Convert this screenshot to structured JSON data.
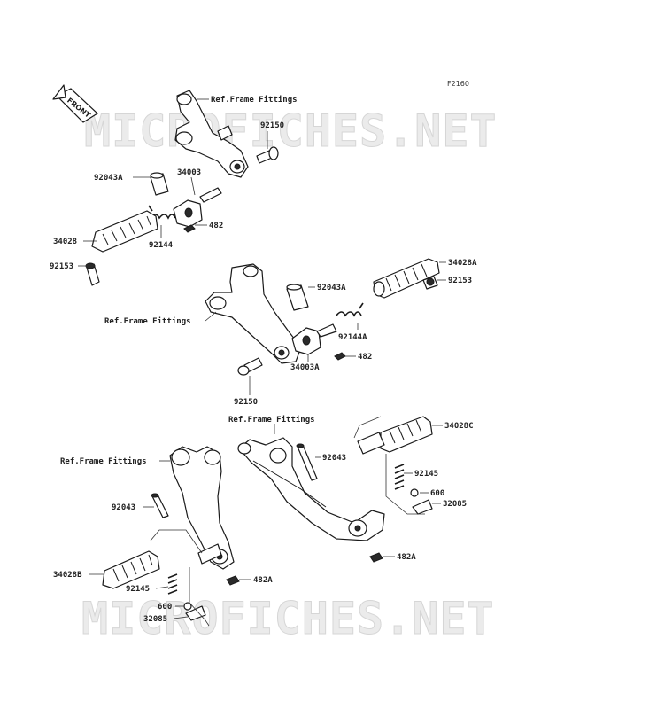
{
  "diagram_code": "F2160",
  "watermark_text": "MICROFICHES.NET",
  "front_label": "FRONT",
  "labels": {
    "ref_frame_1": "Ref.Frame Fittings",
    "ref_frame_2": "Ref.Frame Fittings",
    "ref_frame_3": "Ref.Frame Fittings",
    "ref_frame_4": "Ref.Frame Fittings",
    "p_92150_top": "92150",
    "p_34003": "34003",
    "p_92043a_left": "92043A",
    "p_482_top": "482",
    "p_92144": "92144",
    "p_34028": "34028",
    "p_92153_left": "92153",
    "p_34028a": "34028A",
    "p_92153_right": "92153",
    "p_92043a_right": "92043A",
    "p_92144a": "92144A",
    "p_482_mid": "482",
    "p_34003a": "34003A",
    "p_92150_mid": "92150",
    "p_34028c": "34028C",
    "p_92043_right": "92043",
    "p_92145_right": "92145",
    "p_600_right": "600",
    "p_32085_right": "32085",
    "p_482a_right": "482A",
    "p_92043_left": "92043",
    "p_34028b": "34028B",
    "p_482a_left": "482A",
    "p_92145_left": "92145",
    "p_600_left": "600",
    "p_32085_left": "32085"
  }
}
